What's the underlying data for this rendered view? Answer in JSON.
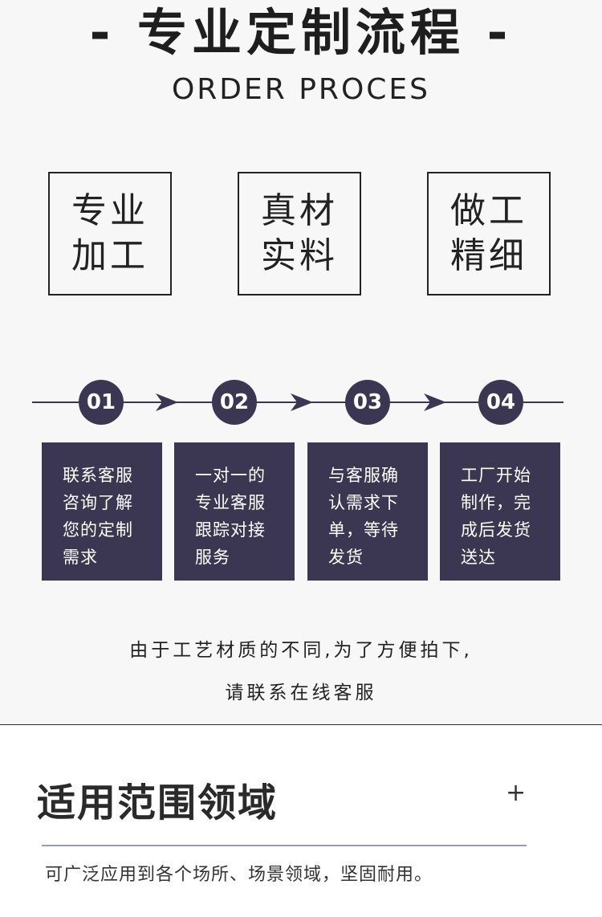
{
  "header": {
    "title": "- 专业定制流程 -",
    "subtitle": "ORDER PROCES"
  },
  "features": [
    {
      "line1": "专业",
      "line2": "加工"
    },
    {
      "line1": "真材",
      "line2": "实料"
    },
    {
      "line1": "做工",
      "line2": "精细"
    }
  ],
  "steps": [
    {
      "num": "01",
      "lines": [
        "联系客服",
        "咨询了解",
        "您的定制",
        "需求"
      ]
    },
    {
      "num": "02",
      "lines": [
        "一对一的",
        "专业客服",
        "跟踪对接",
        "服务"
      ]
    },
    {
      "num": "03",
      "lines": [
        "与客服确",
        "认需求下",
        "单，等待",
        "发货"
      ]
    },
    {
      "num": "04",
      "lines": [
        "工厂开始",
        "制作，完",
        "成后发货",
        "送达"
      ]
    }
  ],
  "notes": {
    "line1": "由于工艺材质的不同,为了方便拍下,",
    "line2": "请联系在线客服"
  },
  "section": {
    "title": "适用范围领域",
    "expand_symbol": "+",
    "description": "可广泛应用到各个场所、场景领域，坚固耐用。"
  },
  "colors": {
    "step_fill": "#3b3752",
    "background_top": "#f7f7f7",
    "divider": "#8fa0b8"
  }
}
